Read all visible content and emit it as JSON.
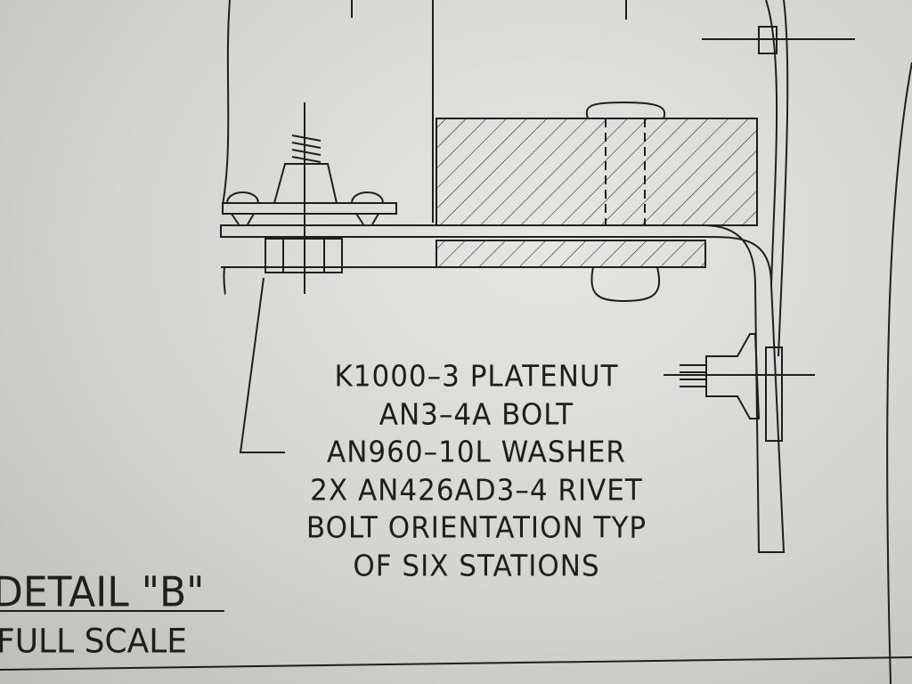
{
  "callout": {
    "lines": [
      "K1000–3 PLATENUT",
      "AN3–4A BOLT",
      "AN960–10L WASHER",
      "2X AN426AD3–4 RIVET",
      "BOLT ORIENTATION TYP",
      "OF SIX STATIONS"
    ]
  },
  "detail": {
    "title": "DETAIL \"B\"",
    "scale": "FULL SCALE"
  }
}
